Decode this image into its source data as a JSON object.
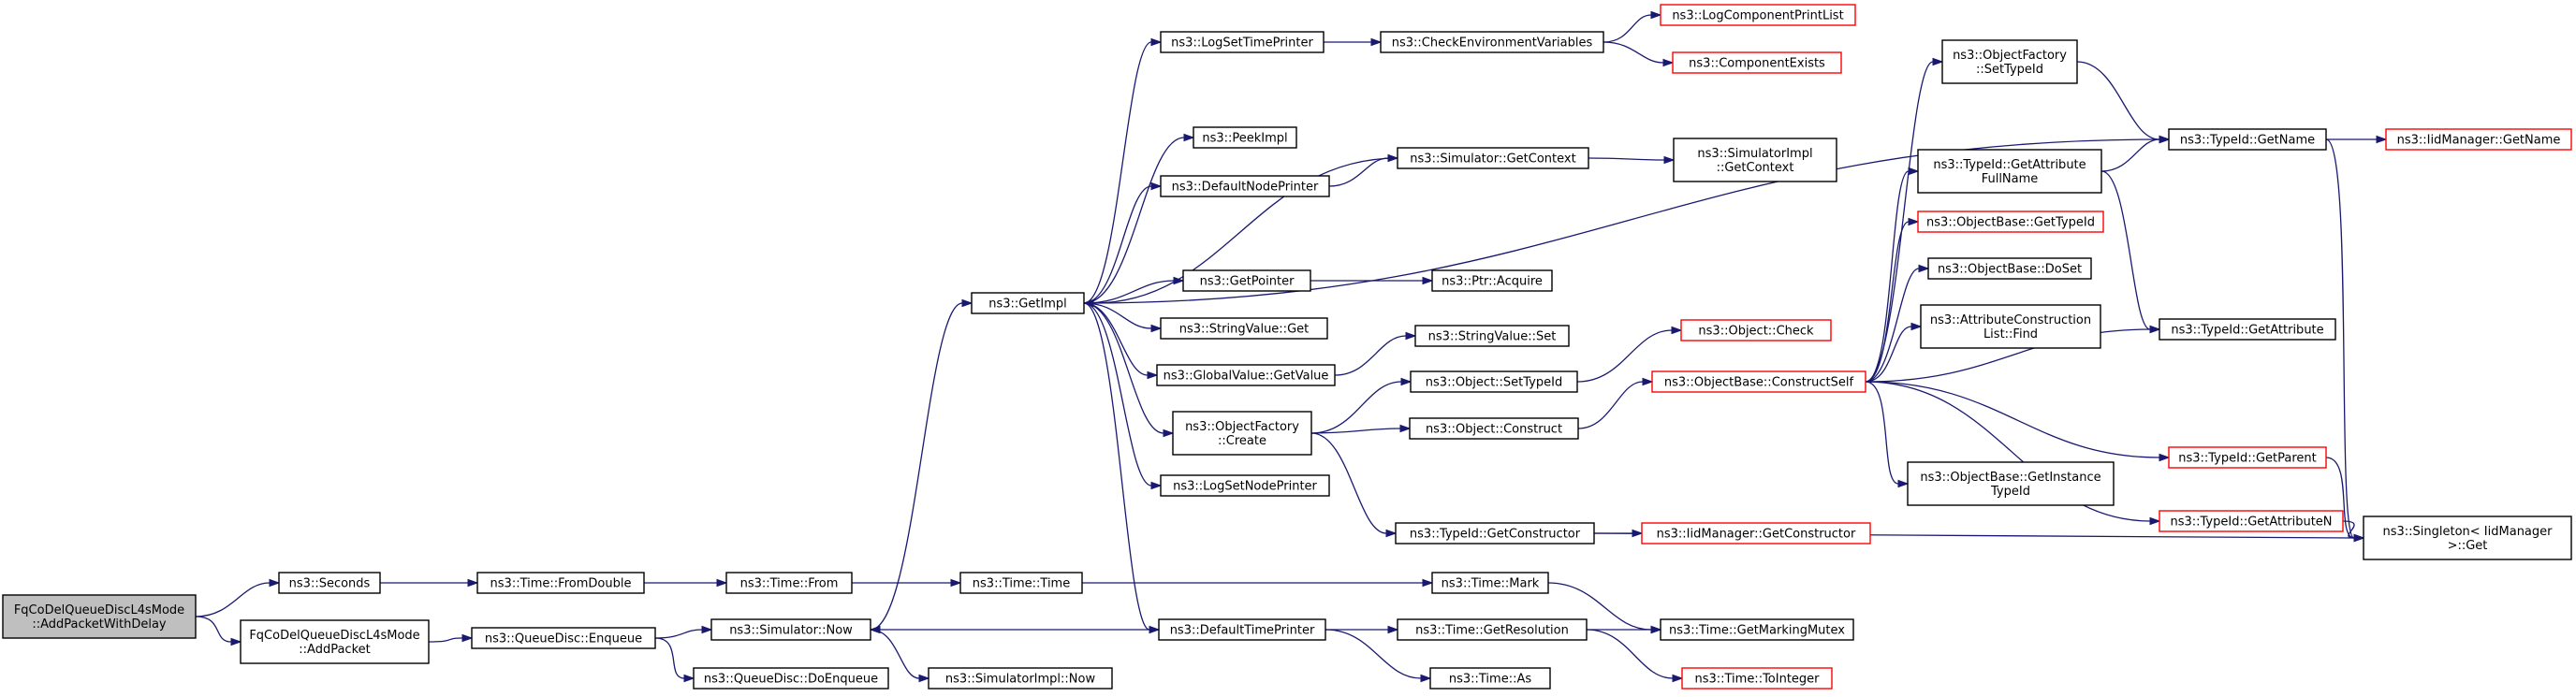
{
  "colors": {
    "edge": "#191970",
    "node_border_normal": "#000000",
    "node_border_truncated": "#ff0000",
    "node_fill": "#ffffff",
    "root_fill": "#bfbfbf"
  },
  "nodes": [
    {
      "id": "root",
      "lines": [
        "FqCoDelQueueDiscL4sMode",
        "::AddPacketWithDelay"
      ],
      "style": "root"
    },
    {
      "id": "seconds",
      "lines": [
        "ns3::Seconds"
      ],
      "style": "normal"
    },
    {
      "id": "addpacket",
      "lines": [
        "FqCoDelQueueDiscL4sMode",
        "::AddPacket"
      ],
      "style": "normal"
    },
    {
      "id": "fromdouble",
      "lines": [
        "ns3::Time::FromDouble"
      ],
      "style": "normal"
    },
    {
      "id": "enqueue",
      "lines": [
        "ns3::QueueDisc::Enqueue"
      ],
      "style": "normal"
    },
    {
      "id": "timefrom",
      "lines": [
        "ns3::Time::From"
      ],
      "style": "normal"
    },
    {
      "id": "simnow",
      "lines": [
        "ns3::Simulator::Now"
      ],
      "style": "normal"
    },
    {
      "id": "doenqueue",
      "lines": [
        "ns3::QueueDisc::DoEnqueue"
      ],
      "style": "normal"
    },
    {
      "id": "timetime",
      "lines": [
        "ns3::Time::Time"
      ],
      "style": "normal"
    },
    {
      "id": "simimplnow",
      "lines": [
        "ns3::SimulatorImpl::Now"
      ],
      "style": "normal"
    },
    {
      "id": "getimpl",
      "lines": [
        "ns3::GetImpl"
      ],
      "style": "normal"
    },
    {
      "id": "logsettimeprinter",
      "lines": [
        "ns3::LogSetTimePrinter"
      ],
      "style": "normal"
    },
    {
      "id": "peekimpl",
      "lines": [
        "ns3::PeekImpl"
      ],
      "style": "normal"
    },
    {
      "id": "defaultnodeprinter",
      "lines": [
        "ns3::DefaultNodePrinter"
      ],
      "style": "normal"
    },
    {
      "id": "getpointer",
      "lines": [
        "ns3::GetPointer"
      ],
      "style": "normal"
    },
    {
      "id": "stringvalueget",
      "lines": [
        "ns3::StringValue::Get"
      ],
      "style": "normal"
    },
    {
      "id": "globalvaluegetvalue",
      "lines": [
        "ns3::GlobalValue::GetValue"
      ],
      "style": "normal"
    },
    {
      "id": "objectfactorycreate",
      "lines": [
        "ns3::ObjectFactory",
        "::Create"
      ],
      "style": "normal"
    },
    {
      "id": "logsetnodeprinter",
      "lines": [
        "ns3::LogSetNodePrinter"
      ],
      "style": "normal"
    },
    {
      "id": "defaulttimeprinter",
      "lines": [
        "ns3::DefaultTimePrinter"
      ],
      "style": "normal"
    },
    {
      "id": "checkenv",
      "lines": [
        "ns3::CheckEnvironmentVariables"
      ],
      "style": "normal"
    },
    {
      "id": "simgetcontext",
      "lines": [
        "ns3::Simulator::GetContext"
      ],
      "style": "normal"
    },
    {
      "id": "ptracquire",
      "lines": [
        "ns3::Ptr::Acquire"
      ],
      "style": "normal"
    },
    {
      "id": "stringvalueset",
      "lines": [
        "ns3::StringValue::Set"
      ],
      "style": "normal"
    },
    {
      "id": "objectsettypeid",
      "lines": [
        "ns3::Object::SetTypeId"
      ],
      "style": "normal"
    },
    {
      "id": "objectconstruct",
      "lines": [
        "ns3::Object::Construct"
      ],
      "style": "normal"
    },
    {
      "id": "typeidgetconstructor",
      "lines": [
        "ns3::TypeId::GetConstructor"
      ],
      "style": "normal"
    },
    {
      "id": "timemark",
      "lines": [
        "ns3::Time::Mark"
      ],
      "style": "normal"
    },
    {
      "id": "timegetresolution",
      "lines": [
        "ns3::Time::GetResolution"
      ],
      "style": "normal"
    },
    {
      "id": "timeas",
      "lines": [
        "ns3::Time::As"
      ],
      "style": "normal"
    },
    {
      "id": "logcomponentprintlist",
      "lines": [
        "ns3::LogComponentPrintList"
      ],
      "style": "truncated"
    },
    {
      "id": "componentexists",
      "lines": [
        "ns3::ComponentExists"
      ],
      "style": "truncated"
    },
    {
      "id": "simimplgetcontext",
      "lines": [
        "ns3::SimulatorImpl",
        "::GetContext"
      ],
      "style": "normal"
    },
    {
      "id": "objectcheck",
      "lines": [
        "ns3::Object::Check"
      ],
      "style": "truncated"
    },
    {
      "id": "constructself",
      "lines": [
        "ns3::ObjectBase::ConstructSelf"
      ],
      "style": "truncated"
    },
    {
      "id": "iidgetconstructor",
      "lines": [
        "ns3::IidManager::GetConstructor"
      ],
      "style": "truncated"
    },
    {
      "id": "getmarkingmutex",
      "lines": [
        "ns3::Time::GetMarkingMutex"
      ],
      "style": "normal"
    },
    {
      "id": "tointeger",
      "lines": [
        "ns3::Time::ToInteger"
      ],
      "style": "truncated"
    },
    {
      "id": "objectfactorysettypeid",
      "lines": [
        "ns3::ObjectFactory",
        "::SetTypeId"
      ],
      "style": "normal"
    },
    {
      "id": "getattributefullname",
      "lines": [
        "ns3::TypeId::GetAttribute",
        "FullName"
      ],
      "style": "normal"
    },
    {
      "id": "objectbasegettypeid",
      "lines": [
        "ns3::ObjectBase::GetTypeId"
      ],
      "style": "truncated"
    },
    {
      "id": "objectbasedoset",
      "lines": [
        "ns3::ObjectBase::DoSet"
      ],
      "style": "normal"
    },
    {
      "id": "attrconstructionlistfind",
      "lines": [
        "ns3::AttributeConstruction",
        "List::Find"
      ],
      "style": "normal"
    },
    {
      "id": "getinstancetypeid",
      "lines": [
        "ns3::ObjectBase::GetInstance",
        "TypeId"
      ],
      "style": "normal"
    },
    {
      "id": "typeidgetname",
      "lines": [
        "ns3::TypeId::GetName"
      ],
      "style": "normal"
    },
    {
      "id": "typeidgetattribute",
      "lines": [
        "ns3::TypeId::GetAttribute"
      ],
      "style": "normal"
    },
    {
      "id": "typeidgetparent",
      "lines": [
        "ns3::TypeId::GetParent"
      ],
      "style": "truncated"
    },
    {
      "id": "typeidgetattributen",
      "lines": [
        "ns3::TypeId::GetAttributeN"
      ],
      "style": "truncated"
    },
    {
      "id": "iidgetname",
      "lines": [
        "ns3::IidManager::GetName"
      ],
      "style": "truncated"
    },
    {
      "id": "singletonget",
      "lines": [
        "ns3::Singleton< IidManager",
        " >::Get"
      ],
      "style": "normal"
    }
  ],
  "edges": [
    [
      "root",
      "seconds"
    ],
    [
      "root",
      "addpacket"
    ],
    [
      "seconds",
      "fromdouble"
    ],
    [
      "fromdouble",
      "timefrom"
    ],
    [
      "timefrom",
      "timetime"
    ],
    [
      "timetime",
      "timemark"
    ],
    [
      "addpacket",
      "enqueue"
    ],
    [
      "enqueue",
      "simnow"
    ],
    [
      "enqueue",
      "doenqueue"
    ],
    [
      "simnow",
      "getimpl"
    ],
    [
      "simnow",
      "simimplnow"
    ],
    [
      "getimpl",
      "logsettimeprinter"
    ],
    [
      "getimpl",
      "peekimpl"
    ],
    [
      "getimpl",
      "defaultnodeprinter"
    ],
    [
      "getimpl",
      "getpointer"
    ],
    [
      "getimpl",
      "stringvalueget"
    ],
    [
      "getimpl",
      "globalvaluegetvalue"
    ],
    [
      "getimpl",
      "objectfactorycreate"
    ],
    [
      "getimpl",
      "logsetnodeprinter"
    ],
    [
      "getimpl",
      "defaulttimeprinter"
    ],
    [
      "getimpl",
      "typeidgetname"
    ],
    [
      "logsettimeprinter",
      "checkenv"
    ],
    [
      "checkenv",
      "logcomponentprintlist"
    ],
    [
      "checkenv",
      "componentexists"
    ],
    [
      "defaultnodeprinter",
      "simgetcontext"
    ],
    [
      "simgetcontext",
      "getimpl"
    ],
    [
      "simgetcontext",
      "simimplgetcontext"
    ],
    [
      "getpointer",
      "ptracquire"
    ],
    [
      "globalvaluegetvalue",
      "stringvalueset"
    ],
    [
      "objectfactorycreate",
      "objectsettypeid"
    ],
    [
      "objectfactorycreate",
      "objectconstruct"
    ],
    [
      "objectfactorycreate",
      "typeidgetconstructor"
    ],
    [
      "objectsettypeid",
      "objectcheck"
    ],
    [
      "objectconstruct",
      "constructself"
    ],
    [
      "typeidgetconstructor",
      "iidgetconstructor"
    ],
    [
      "typeidgetconstructor",
      "singletonget"
    ],
    [
      "defaulttimeprinter",
      "simnow"
    ],
    [
      "defaulttimeprinter",
      "timegetresolution"
    ],
    [
      "defaulttimeprinter",
      "timeas"
    ],
    [
      "timemark",
      "getmarkingmutex"
    ],
    [
      "timegetresolution",
      "getmarkingmutex"
    ],
    [
      "timegetresolution",
      "tointeger"
    ],
    [
      "constructself",
      "objectfactorysettypeid"
    ],
    [
      "constructself",
      "getattributefullname"
    ],
    [
      "constructself",
      "objectbasegettypeid"
    ],
    [
      "constructself",
      "objectbasedoset"
    ],
    [
      "constructself",
      "attrconstructionlistfind"
    ],
    [
      "constructself",
      "getinstancetypeid"
    ],
    [
      "constructself",
      "typeidgetattribute"
    ],
    [
      "constructself",
      "typeidgetparent"
    ],
    [
      "constructself",
      "typeidgetattributen"
    ],
    [
      "objectfactorysettypeid",
      "typeidgetname"
    ],
    [
      "getattributefullname",
      "typeidgetname"
    ],
    [
      "getattributefullname",
      "typeidgetattribute"
    ],
    [
      "typeidgetname",
      "iidgetname"
    ],
    [
      "typeidgetname",
      "singletonget"
    ],
    [
      "typeidgetparent",
      "singletonget"
    ],
    [
      "typeidgetattributen",
      "singletonget"
    ]
  ]
}
